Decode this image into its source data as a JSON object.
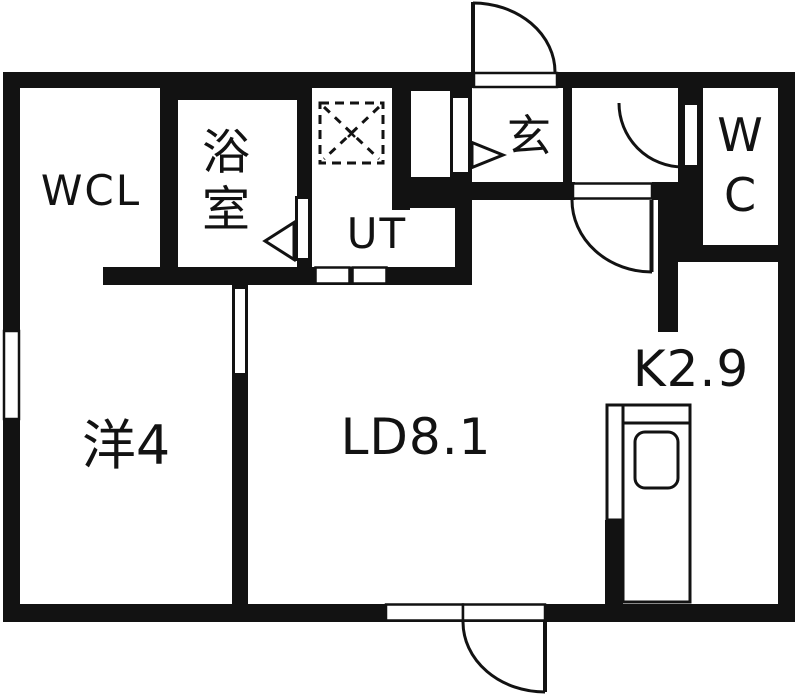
{
  "floorplan": {
    "type": "japanese-apartment-floorplan",
    "colors": {
      "wall": "#121212",
      "floor": "#ffffff"
    },
    "rooms": [
      {
        "id": "wcl",
        "label": "WCL"
      },
      {
        "id": "bathroom",
        "label": "浴室"
      },
      {
        "id": "utility",
        "label": "UT"
      },
      {
        "id": "genkan",
        "label": "玄"
      },
      {
        "id": "toilet",
        "label": "WC"
      },
      {
        "id": "western-room",
        "label": "洋4"
      },
      {
        "id": "living-dining",
        "label": "LD8.1"
      },
      {
        "id": "kitchen",
        "label": "K2.9"
      }
    ]
  }
}
